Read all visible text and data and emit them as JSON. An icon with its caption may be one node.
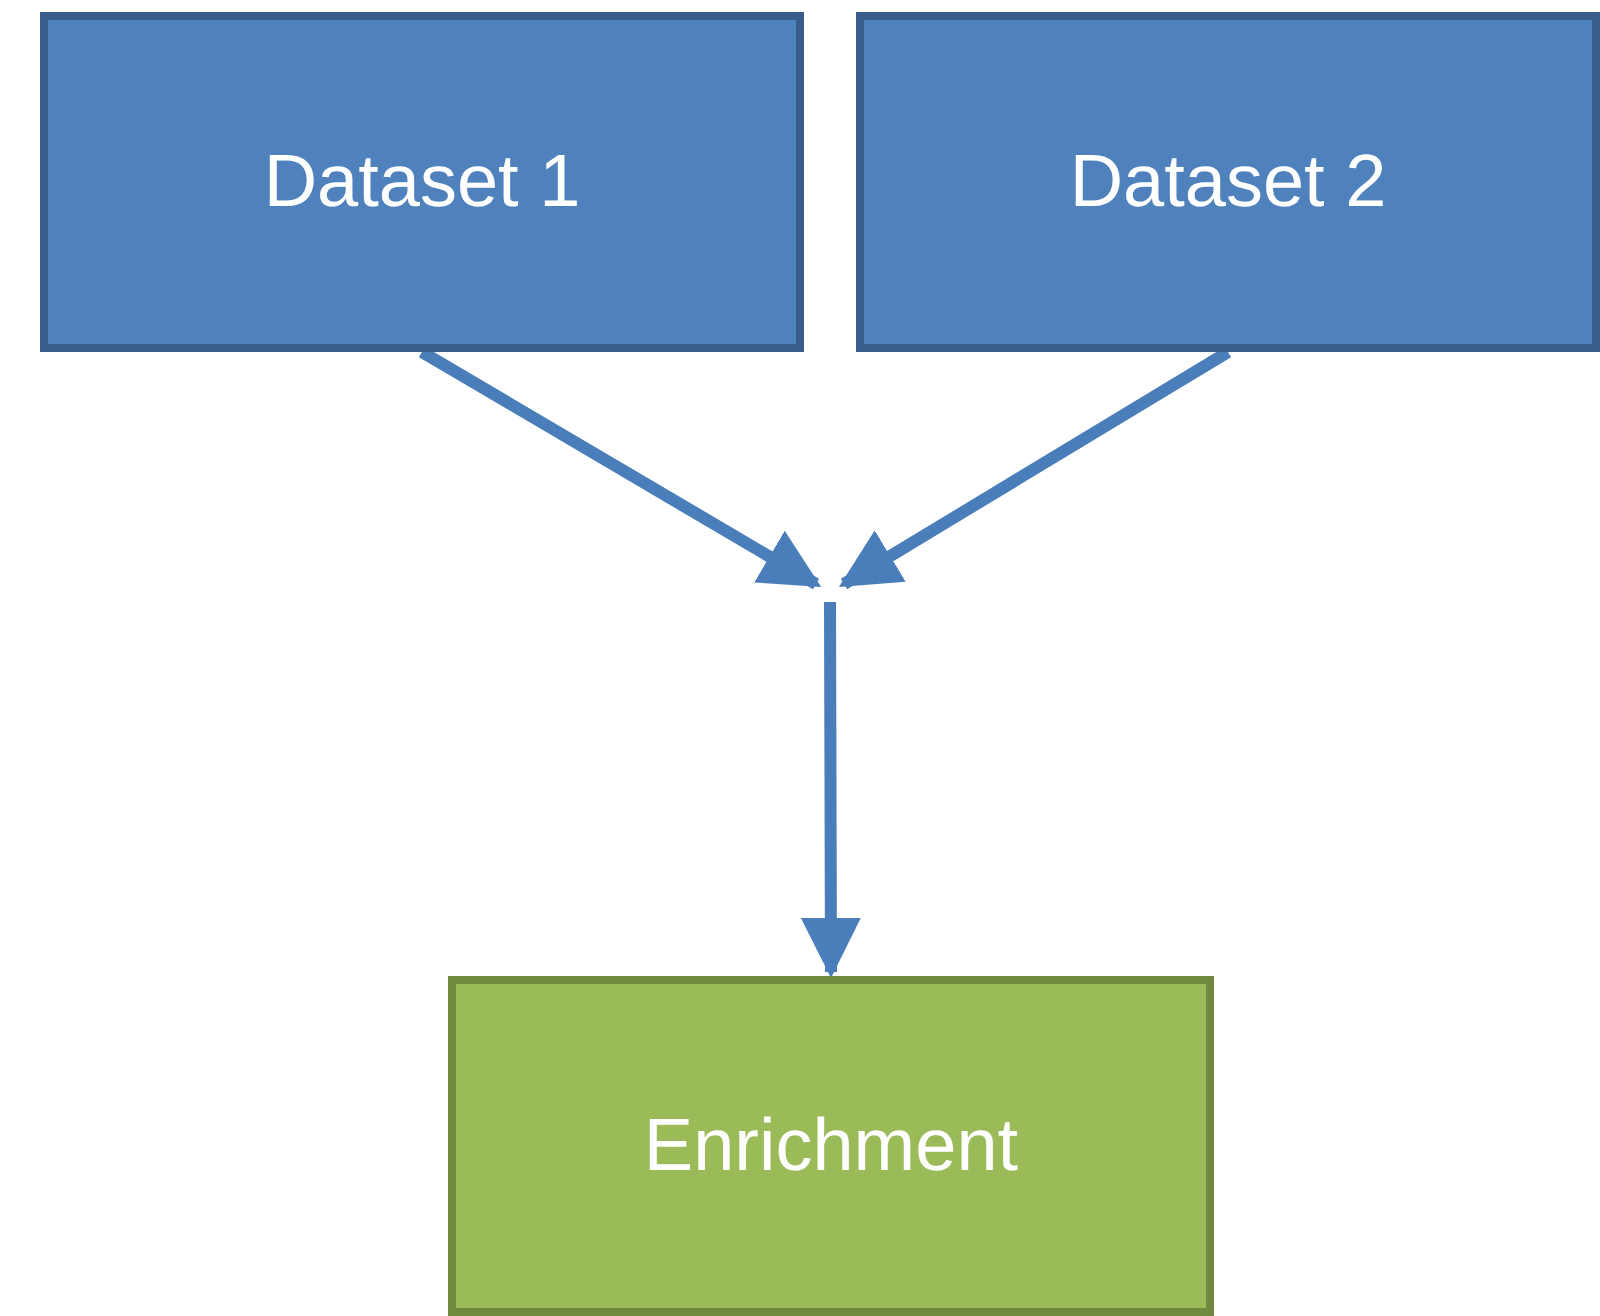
{
  "diagram": {
    "nodes": [
      {
        "text": [
          "Dataset 1"
        ]
      },
      {
        "text": [
          "Dataset 2"
        ]
      },
      {
        "text": [
          "Enrichment"
        ]
      }
    ],
    "edges": [
      {
        "from": 0,
        "to": null,
        "arrow": "to"
      },
      {
        "from": 1,
        "to": null,
        "arrow": "to"
      },
      {
        "from": null,
        "to": 2,
        "arrow": "to"
      }
    ]
  }
}
